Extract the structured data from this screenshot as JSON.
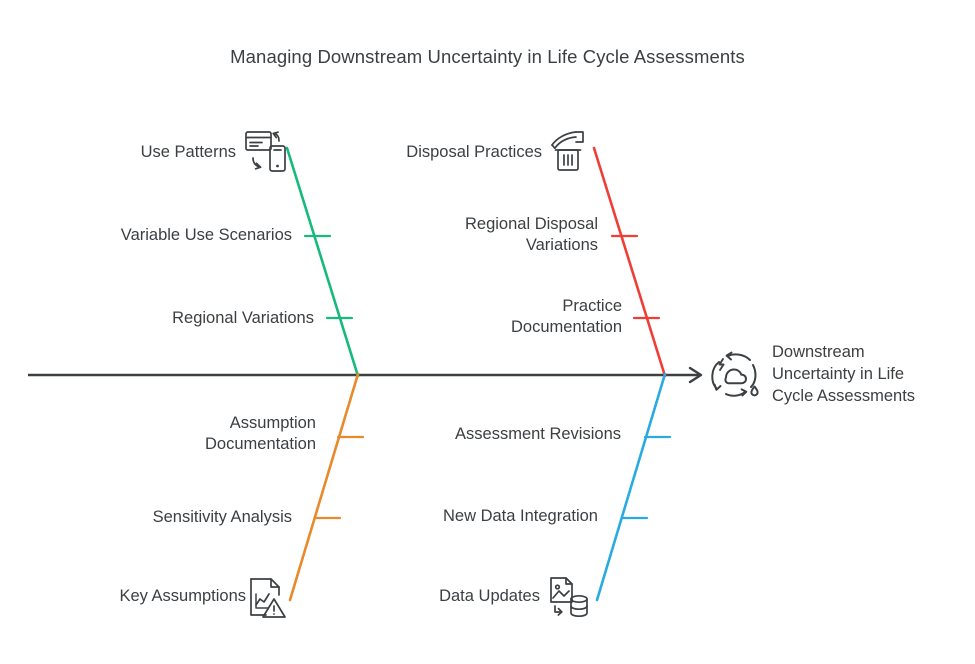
{
  "diagram": {
    "title": "Managing Downstream Uncertainty in Life Cycle Assessments",
    "type": "fishbone-ishikawa",
    "head": {
      "label": "Downstream\nUncertainty in Life\nCycle Assessments",
      "icon": "lifecycle-cloud-icon"
    },
    "colors": {
      "spine": "#3c4043",
      "green": "#17b97c",
      "red": "#ef3e36",
      "orange": "#e8892b",
      "blue": "#29abe2",
      "text": "#3c4043",
      "background": "#ffffff"
    },
    "branches": [
      {
        "id": "use-patterns",
        "position": "upper-left",
        "color": "#17b97c",
        "head_label": "Use Patterns",
        "head_icon": "device-sync-icon",
        "causes": [
          {
            "label": "Variable Use Scenarios"
          },
          {
            "label": "Regional Variations"
          }
        ]
      },
      {
        "id": "disposal-practices",
        "position": "upper-right",
        "color": "#ef3e36",
        "head_label": "Disposal Practices",
        "head_icon": "hand-trash-icon",
        "causes": [
          {
            "label": "Regional Disposal\nVariations"
          },
          {
            "label": "Practice\nDocumentation"
          }
        ]
      },
      {
        "id": "key-assumptions",
        "position": "lower-left",
        "color": "#e8892b",
        "head_label": "Key Assumptions",
        "head_icon": "document-chart-warning-icon",
        "causes": [
          {
            "label": "Assumption\nDocumentation"
          },
          {
            "label": "Sensitivity Analysis"
          }
        ]
      },
      {
        "id": "data-updates",
        "position": "lower-right",
        "color": "#29abe2",
        "head_label": "Data Updates",
        "head_icon": "file-to-database-icon",
        "causes": [
          {
            "label": "Assessment Revisions"
          },
          {
            "label": "New Data Integration"
          }
        ]
      }
    ]
  }
}
